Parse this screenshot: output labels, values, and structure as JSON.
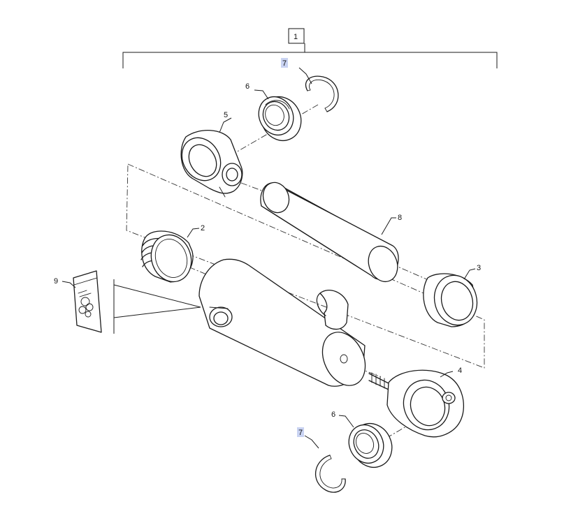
{
  "callouts": {
    "c1": "1",
    "c2": "2",
    "c3": "3",
    "c4": "4",
    "c5": "5",
    "c6_top": "6",
    "c6_bottom": "6",
    "c7_top": "7",
    "c7_bottom": "7",
    "c8": "8",
    "c9": "9"
  },
  "colors": {
    "line": "#1a1a1a",
    "highlight": "#c9d3f2",
    "background": "#ffffff"
  }
}
